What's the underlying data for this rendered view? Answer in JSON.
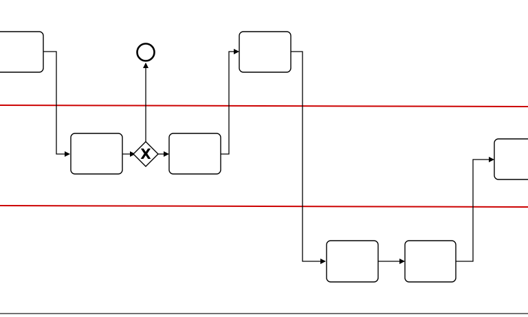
{
  "diagram": {
    "gateway": {
      "label": "X"
    },
    "colors": {
      "stroke": "#000000",
      "lane_divider": "#cc0000",
      "bottom_rule": "#444444",
      "background": "#ffffff"
    },
    "shape_kinds": {
      "task": "rounded-rectangle",
      "gateway": "exclusive-gateway-diamond",
      "end_event": "circle"
    }
  }
}
